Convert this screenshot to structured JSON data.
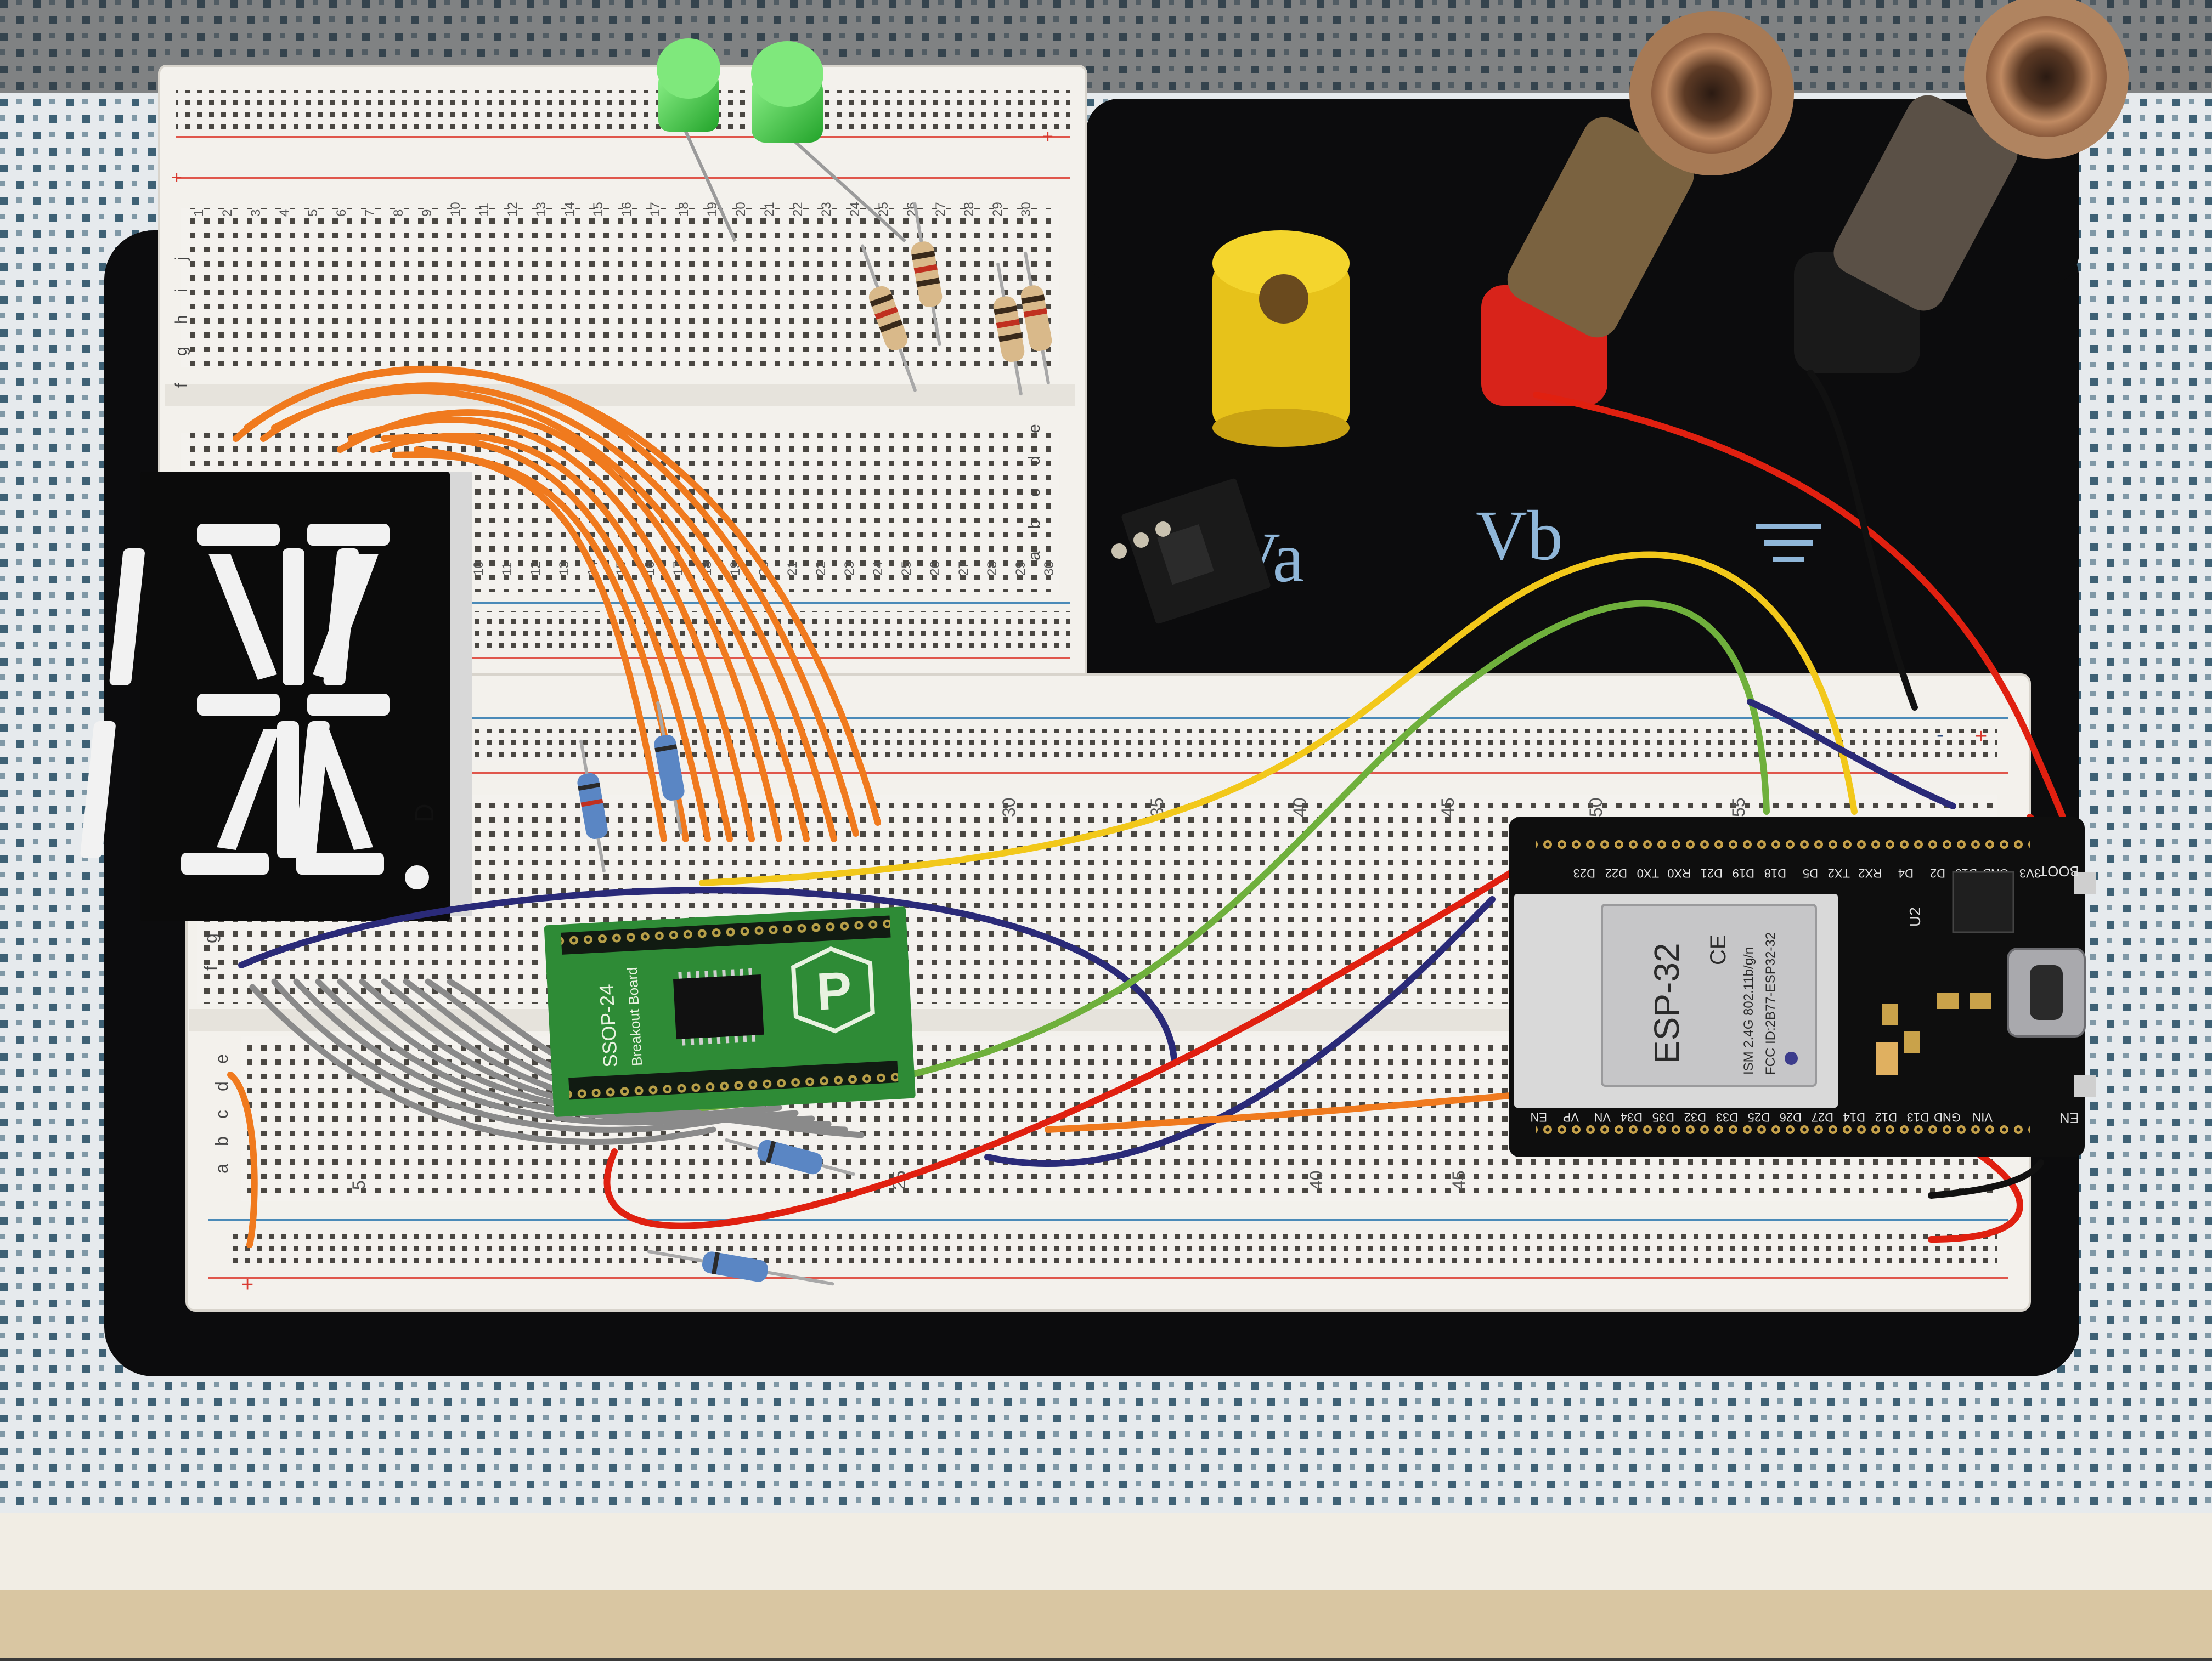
{
  "photo": {
    "background_color": "#e8ecef",
    "tablecloth_pattern_color": "#355768",
    "base_color": "#0c0c0d"
  },
  "display": {
    "name": "alphanumeric-16-segment-display",
    "label": "D",
    "body_color": "#0b0b0b",
    "segment_color": "#f2f2f2"
  },
  "panel": {
    "label_a": "Va",
    "label_b": "Vb",
    "label_color": "#8fb6d8"
  },
  "breadboard_top": {
    "row_letters_upper": [
      "j",
      "i",
      "h",
      "g",
      "f"
    ],
    "row_letters_lower": [
      "e",
      "d",
      "c",
      "b",
      "a"
    ],
    "column_numbers": [
      "1",
      "2",
      "3",
      "4",
      "5",
      "6",
      "7",
      "8",
      "9",
      "10",
      "11",
      "12",
      "13",
      "14",
      "15",
      "16",
      "17",
      "18",
      "19",
      "20",
      "21",
      "22",
      "23",
      "24",
      "25",
      "26",
      "27",
      "28",
      "29",
      "30"
    ],
    "lower_column_numbers": [
      "10",
      "11",
      "12",
      "13",
      "14",
      "15",
      "16",
      "17",
      "18",
      "19",
      "20",
      "21",
      "22",
      "23",
      "24",
      "25",
      "26",
      "27",
      "28",
      "29",
      "30"
    ]
  },
  "breadboard_main": {
    "row_letters_upper": [
      "f",
      "g"
    ],
    "row_letters_lower": [
      "e",
      "d",
      "c",
      "b",
      "a"
    ],
    "upper_column_numbers": [
      "30",
      "35",
      "40",
      "45",
      "50",
      "55"
    ],
    "lower_column_numbers": [
      "5",
      "25",
      "40",
      "45"
    ]
  },
  "rail_symbols": {
    "plus": "+",
    "minus": "-"
  },
  "breakout_board": {
    "title": "SSOP-24",
    "subtitle": "Breakout Board",
    "logo_letter": "P",
    "color": "#2e8b36"
  },
  "esp32": {
    "chip_label": "ESP-32",
    "ce_mark": "CE",
    "spec_line1": "ISM 2.4G 802.11b/g/n",
    "spec_line2": "FCC ID:2B77-ESP32-32",
    "u2_label": "U2",
    "boot_label": "BOOT",
    "en_label": "EN",
    "top_pins": [
      "3V3",
      "GND",
      "D15",
      "D2",
      "D4",
      "RX2",
      "TX2",
      "D5",
      "D18",
      "D19",
      "D21",
      "RX0",
      "TX0",
      "D22",
      "D23"
    ],
    "bottom_pins": [
      "EN",
      "VP",
      "VN",
      "D34",
      "D35",
      "D32",
      "D33",
      "D25",
      "D26",
      "D27",
      "D14",
      "D12",
      "D13",
      "GND",
      "VIN"
    ]
  },
  "wire_colors": {
    "orange": "#f07a1e",
    "red": "#e02010",
    "black": "#111111",
    "yellow": "#f2c81a",
    "green": "#6fb03c",
    "blue": "#2a2a78",
    "gray": "#8a8a8a"
  },
  "leds": {
    "count": 2,
    "color": "#35c83b"
  },
  "binding_posts": [
    "yellow-binding-post",
    "red-binding-post",
    "black-binding-post"
  ]
}
